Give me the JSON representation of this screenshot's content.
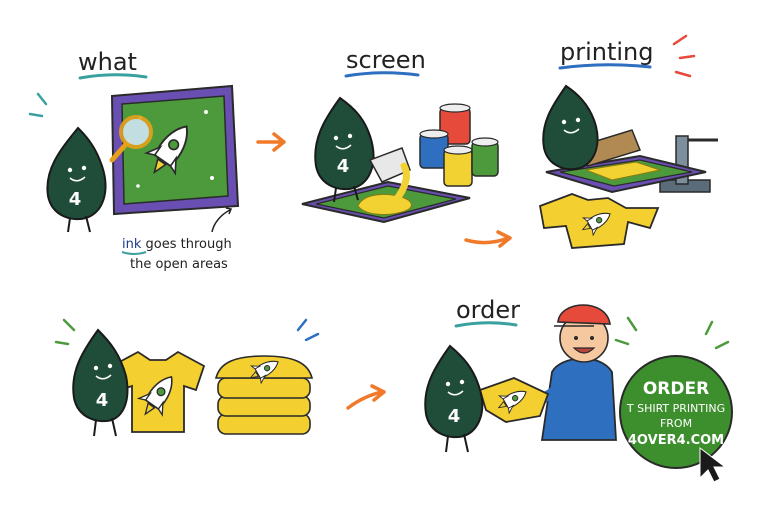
{
  "labels": {
    "what": "what",
    "screen": "screen",
    "printing": "printing",
    "order": "order"
  },
  "note": {
    "ink_word": "ink",
    "line1_rest": " goes through",
    "line2": "the open areas"
  },
  "mascot_number": "4",
  "cta": {
    "line1": "ORDER",
    "line2": "T SHIRT PRINTING",
    "line3": "FROM",
    "line4": "4OVER4.COM"
  },
  "icons": {
    "magnifier": "magnifying-glass-icon",
    "rocket": "rocket-icon",
    "cursor": "mouse-cursor-icon"
  },
  "colors": {
    "mascot": "#1f4d3a",
    "screen_frame": "#6a4fb3",
    "screen_mesh": "#4c9a3c",
    "ink_yellow": "#f2d233",
    "shirt_yellow": "#f3cf2f",
    "arrow_orange": "#f07a2a",
    "cta_green": "#3c8f2c",
    "accent_blue": "#2f6fc0",
    "accent_red": "#e64a3a"
  }
}
